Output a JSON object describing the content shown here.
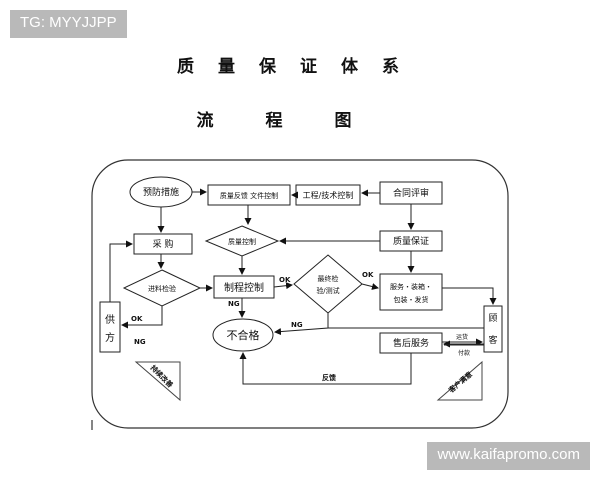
{
  "watermarks": {
    "top": "TG: MYYJJPP",
    "bottom": "www.kaifapromo.com"
  },
  "titles": {
    "main": "质量保证体系",
    "sub": "流程图"
  },
  "nodes": {
    "prevent": "预防措施",
    "quality_docs": "质量反馈 文件控制",
    "tech_control": "工程/技术控制",
    "contract_review": "合同评审",
    "purchase": "采  购",
    "quality_control": "质量控制",
    "quality_assurance": "质量保证",
    "incoming_inspection": "进料检验",
    "process_control": "制程控制",
    "final_inspection_1": "最终检",
    "final_inspection_2": "验/测试",
    "delivery_1": "服务・装箱・",
    "delivery_2": "包装・发货",
    "nonconforming": "不合格",
    "after_sales": "售后服务",
    "supplier_1": "供",
    "supplier_2": "方",
    "customer_1": "顾",
    "customer_2": "客"
  },
  "edge_labels": {
    "ok_1": "OK",
    "ng_1": "NG",
    "ok_2": "OK",
    "ng_2": "NG",
    "ok_3": "OK",
    "ng_3": "NG",
    "feedback": "反馈",
    "ship": "运货",
    "pay": "付款"
  },
  "stamps": {
    "left": "持续改善",
    "right": "客户满意"
  }
}
